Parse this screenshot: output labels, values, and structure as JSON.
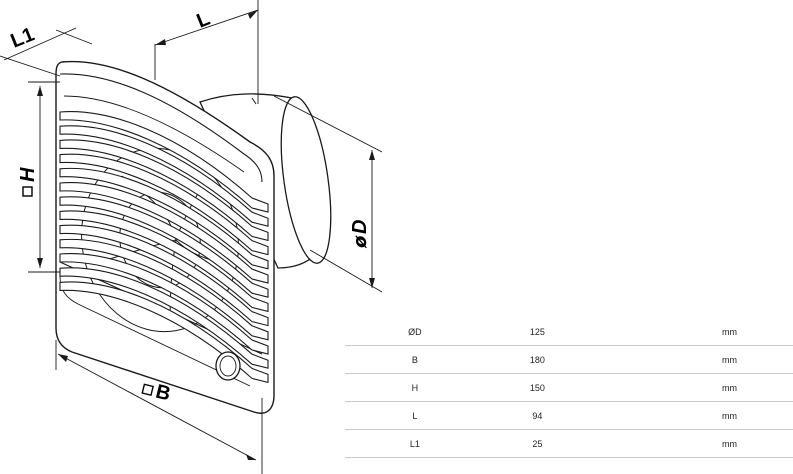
{
  "labels": {
    "L1": "L1",
    "L": "L",
    "H": "H",
    "D": "D",
    "B": "B"
  },
  "specs": [
    {
      "param": "ØD",
      "value": "125",
      "unit": "mm"
    },
    {
      "param": "B",
      "value": "180",
      "unit": "mm"
    },
    {
      "param": "H",
      "value": "150",
      "unit": "mm"
    },
    {
      "param": "L",
      "value": "94",
      "unit": "mm"
    },
    {
      "param": "L1",
      "value": "25",
      "unit": "mm"
    }
  ]
}
